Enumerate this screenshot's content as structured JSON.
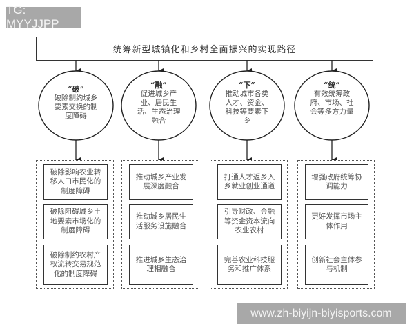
{
  "watermarks": {
    "top_left": "TG: MYYJJPP",
    "bottom_right": "www.zh-biyijn-biyisports.com"
  },
  "title": "统筹新型城镇化和乡村全面振兴的实现路径",
  "colors": {
    "badge_bg": "#a8a8a8",
    "line": "#333333"
  },
  "branches": [
    {
      "key": "“破”",
      "summary": "破除制约城乡要素交换的制度障碍",
      "actions": [
        "破除影响农业转移人口市民化的制度障碍",
        "破除阻碍城乡土地要素市场化的制度障碍",
        "破除制约农村产权流转交易规范化的制度障碍"
      ]
    },
    {
      "key": "“融”",
      "summary": "促进城乡产业、居民生活、生态治理融合",
      "actions": [
        "推动城乡产业发展深度融合",
        "推动城乡居民生活服务设施融合",
        "推进城乡生态治理相融合"
      ]
    },
    {
      "key": "“下”",
      "summary": "推动城市各类人才、资金、科技等要素下乡",
      "actions": [
        "打通人才返乡入乡就业创业通道",
        "引导财政、金融等资金资本流向农业农村",
        "完善农业科技服务和推广体系"
      ]
    },
    {
      "key": "“统”",
      "summary": "有效统筹政府、市场、社会等多方力量",
      "actions": [
        "增强政府统筹协调能力",
        "更好发挥市场主体作用",
        "创新社会主体参与机制"
      ]
    }
  ]
}
